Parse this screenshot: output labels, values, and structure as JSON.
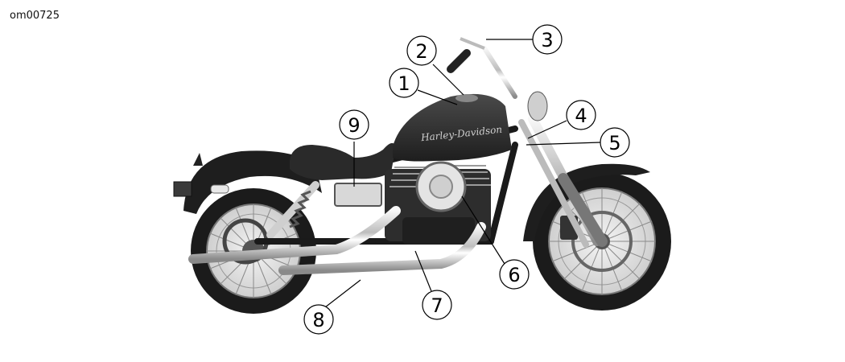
{
  "figure_id": "om00725",
  "tank_logo": "Harley-Davidson",
  "callouts": [
    {
      "id": "1",
      "label": "1"
    },
    {
      "id": "2",
      "label": "2"
    },
    {
      "id": "3",
      "label": "3"
    },
    {
      "id": "4",
      "label": "4"
    },
    {
      "id": "5",
      "label": "5"
    },
    {
      "id": "6",
      "label": "6"
    },
    {
      "id": "7",
      "label": "7"
    },
    {
      "id": "8",
      "label": "8"
    },
    {
      "id": "9",
      "label": "9"
    }
  ]
}
